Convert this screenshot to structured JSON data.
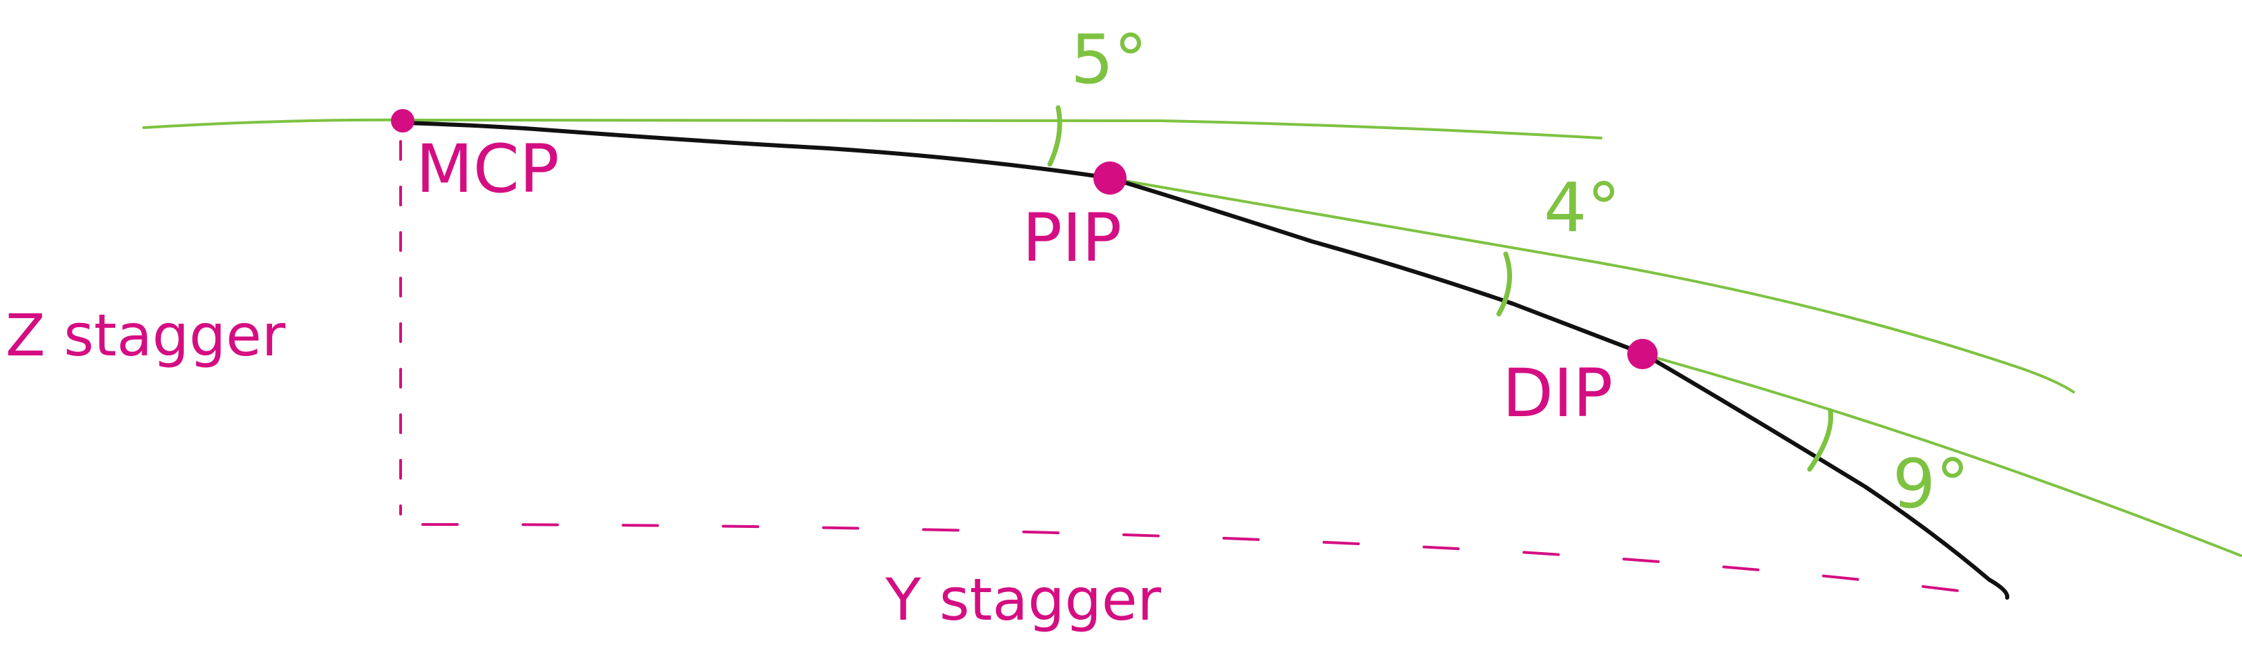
{
  "diagram": {
    "joints": {
      "mcp": "MCP",
      "pip": "PIP",
      "dip": "DIP"
    },
    "angles": {
      "mcp_pip": "5°",
      "pip_dip": "4°",
      "dip_tip": "9°"
    },
    "axes": {
      "z": "Z stagger",
      "y": "Y stagger"
    },
    "colors": {
      "joints_and_labels": "#d40e82",
      "reference_lines_and_angles": "#7ec242",
      "finger_segments": "#111111"
    }
  }
}
